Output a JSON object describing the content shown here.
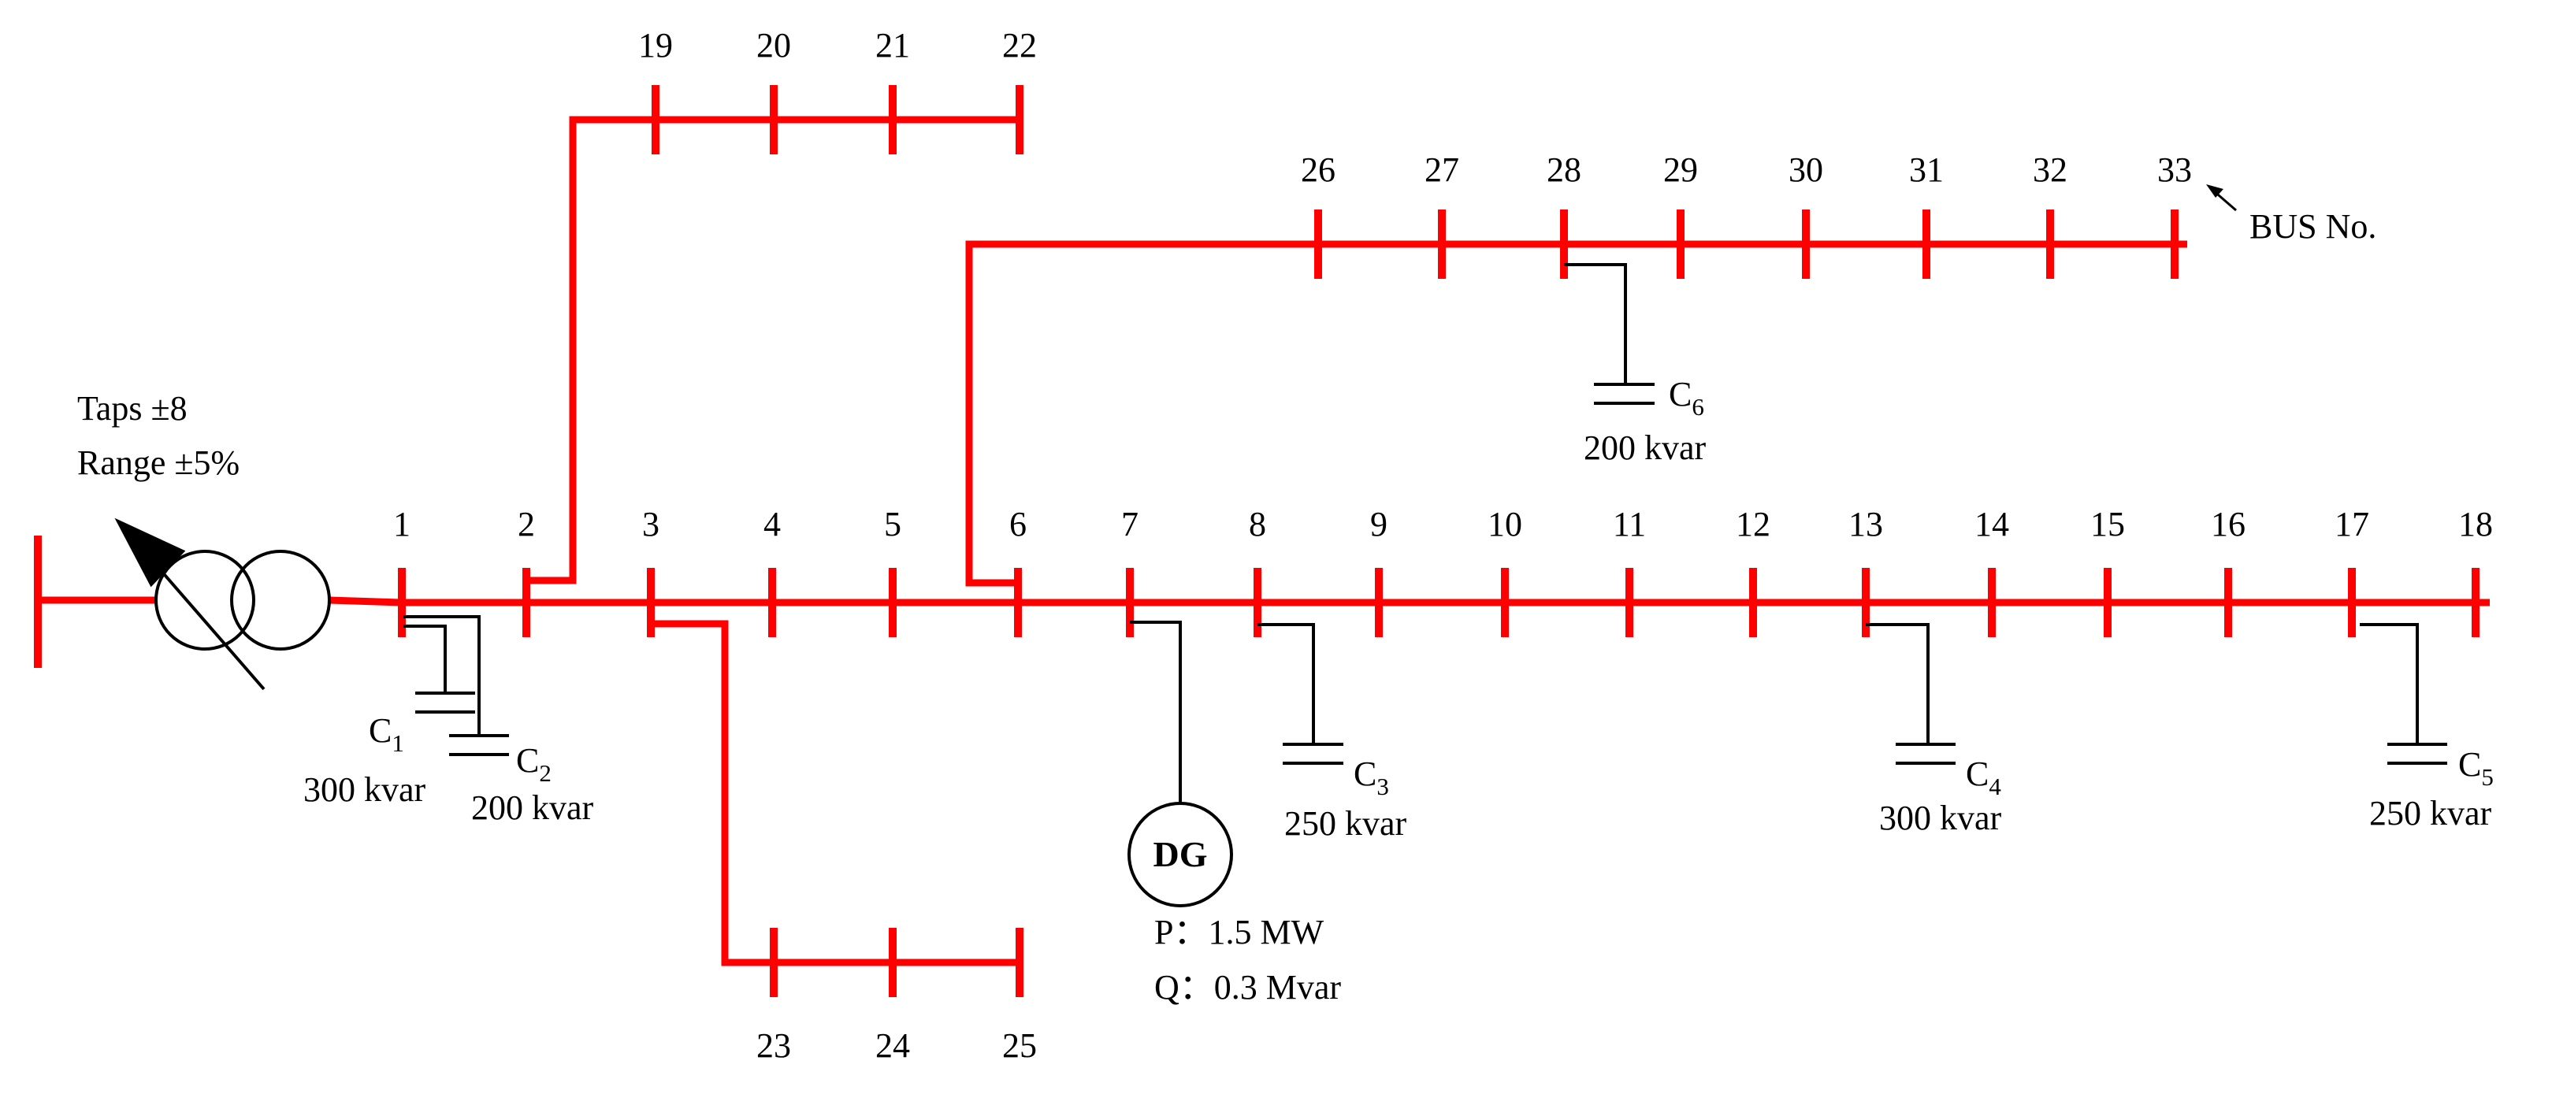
{
  "colors": {
    "line": "#ff0000",
    "equipment": "#000000",
    "background": "#ffffff"
  },
  "transformer": {
    "taps": "Taps ±8",
    "range": "Range ±5%"
  },
  "bus_marker_label": "BUS No.",
  "main_feeder": [
    "1",
    "2",
    "3",
    "4",
    "5",
    "6",
    "7",
    "8",
    "9",
    "10",
    "11",
    "12",
    "13",
    "14",
    "15",
    "16",
    "17",
    "18"
  ],
  "lateral_19_22": [
    "19",
    "20",
    "21",
    "22"
  ],
  "lateral_23_25": [
    "23",
    "24",
    "25"
  ],
  "lateral_26_33": [
    "26",
    "27",
    "28",
    "29",
    "30",
    "31",
    "32",
    "33"
  ],
  "dg": {
    "label": "DG",
    "p": "P：1.5 MW",
    "q": "Q：0.3 Mvar",
    "bus": "7"
  },
  "capacitors": [
    {
      "id": "C",
      "sub": "1",
      "rating": "300 kvar",
      "bus": "1"
    },
    {
      "id": "C",
      "sub": "2",
      "rating": "200 kvar",
      "bus": "1"
    },
    {
      "id": "C",
      "sub": "3",
      "rating": "250 kvar",
      "bus": "8"
    },
    {
      "id": "C",
      "sub": "4",
      "rating": "300 kvar",
      "bus": "13"
    },
    {
      "id": "C",
      "sub": "5",
      "rating": "250 kvar",
      "bus": "17"
    },
    {
      "id": "C",
      "sub": "6",
      "rating": "200 kvar",
      "bus": "28"
    }
  ]
}
